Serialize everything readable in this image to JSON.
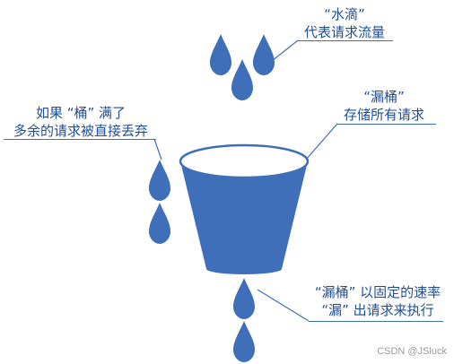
{
  "labels": {
    "water_drop": {
      "line1": "“水滴”",
      "line2": "代表请求流量"
    },
    "bucket": {
      "line1": "“漏桶”",
      "line2": "存储所有请求"
    },
    "overflow": {
      "line1": "如果 “桶” 满了",
      "line2": "多余的请求被直接丢弃"
    },
    "leak": {
      "line1": "“漏桶” 以固定的速率",
      "line2": "“漏” 出请求来执行"
    }
  },
  "watermark": "CSDN @JSluck",
  "colors": {
    "drop": "#3e6fb8",
    "bucket": "#3e6fb8",
    "bucket_rim": "#ffffff",
    "text": "#1f4e96"
  }
}
